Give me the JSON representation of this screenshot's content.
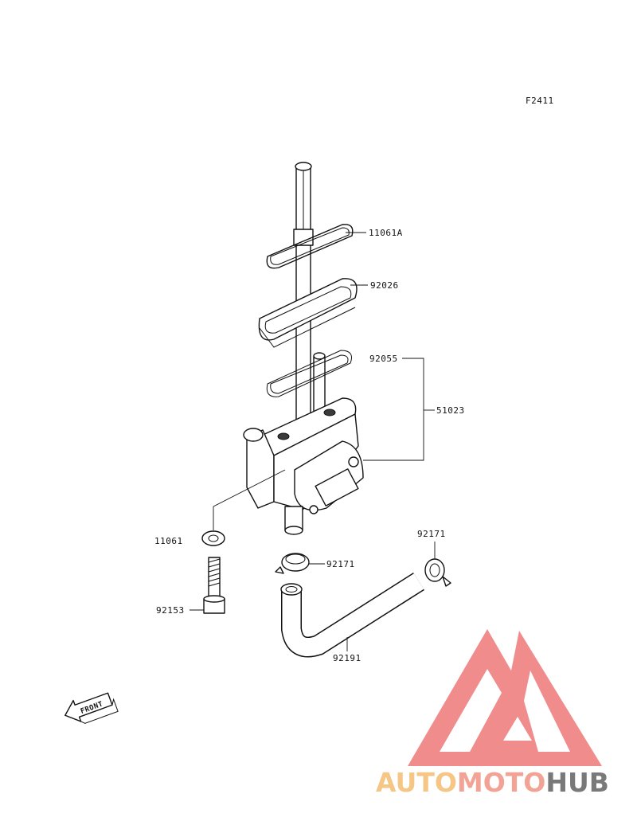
{
  "figure_code": "F2411",
  "labels": {
    "p11061A": "11061A",
    "p92026": "92026",
    "p92055": "92055",
    "p51023": "51023",
    "p11061": "11061",
    "p92171_left": "92171",
    "p92171_right": "92171",
    "p92153": "92153",
    "p92191": "92191"
  },
  "front_arrow": "FRONT",
  "watermark": {
    "part1": "AUTO",
    "part2": "MOTO",
    "part3": "HUB",
    "colors": {
      "logo": "#f08080",
      "auto": "#f5c07a",
      "moto": "#f29a8a",
      "hub": "#6b6b6b"
    }
  }
}
